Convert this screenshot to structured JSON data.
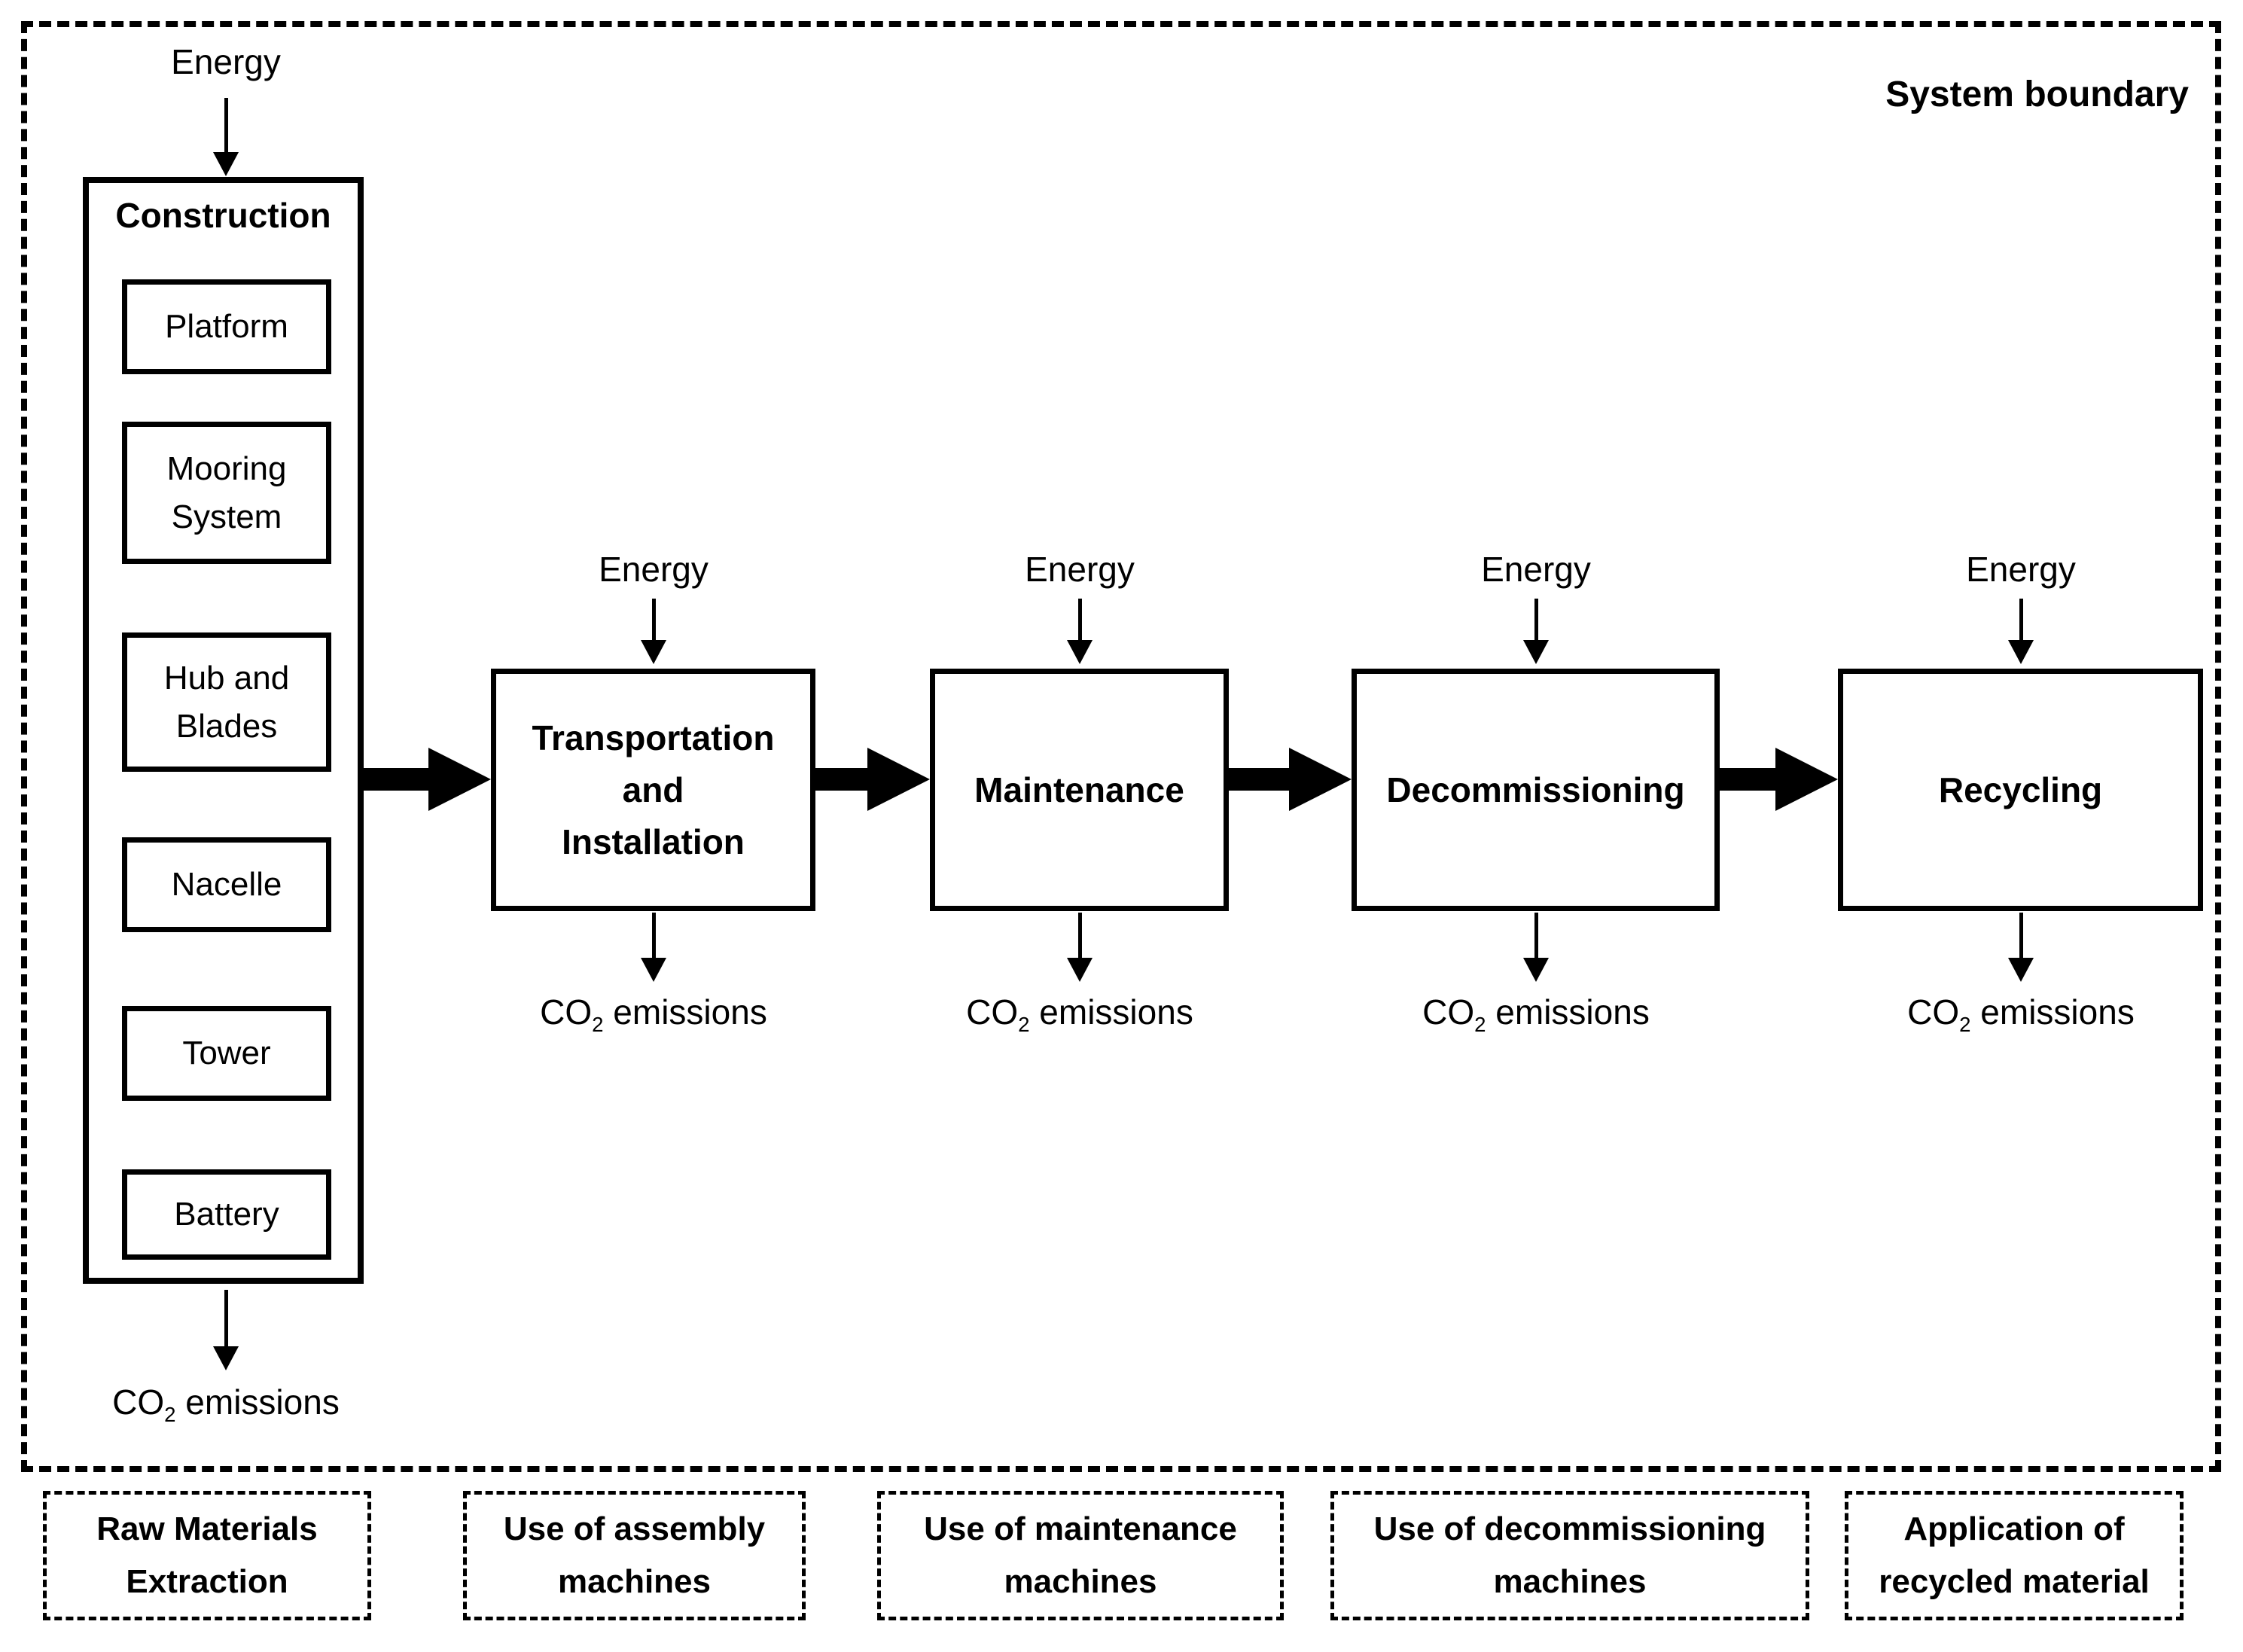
{
  "system_boundary": {
    "label": "System boundary"
  },
  "flows": {
    "energy": "Energy",
    "co2": {
      "prefix": "CO",
      "sub": "2",
      "suffix": " emissions"
    }
  },
  "construction": {
    "title": "Construction",
    "components": [
      "Platform",
      "Mooring\nSystem",
      "Hub and\nBlades",
      "Nacelle",
      "Tower",
      "Battery"
    ]
  },
  "stages": [
    {
      "label": "Transportation\nand\nInstallation"
    },
    {
      "label": "Maintenance"
    },
    {
      "label": "Decommissioning"
    },
    {
      "label": "Recycling"
    }
  ],
  "external_processes": [
    {
      "label": "Raw Materials\nExtraction"
    },
    {
      "label": "Use of assembly\nmachines"
    },
    {
      "label": "Use of maintenance\nmachines"
    },
    {
      "label": "Use of decommissioning\nmachines"
    },
    {
      "label": "Application of\nrecycled material"
    }
  ],
  "colors": {
    "line": "#000000",
    "background": "#ffffff"
  }
}
